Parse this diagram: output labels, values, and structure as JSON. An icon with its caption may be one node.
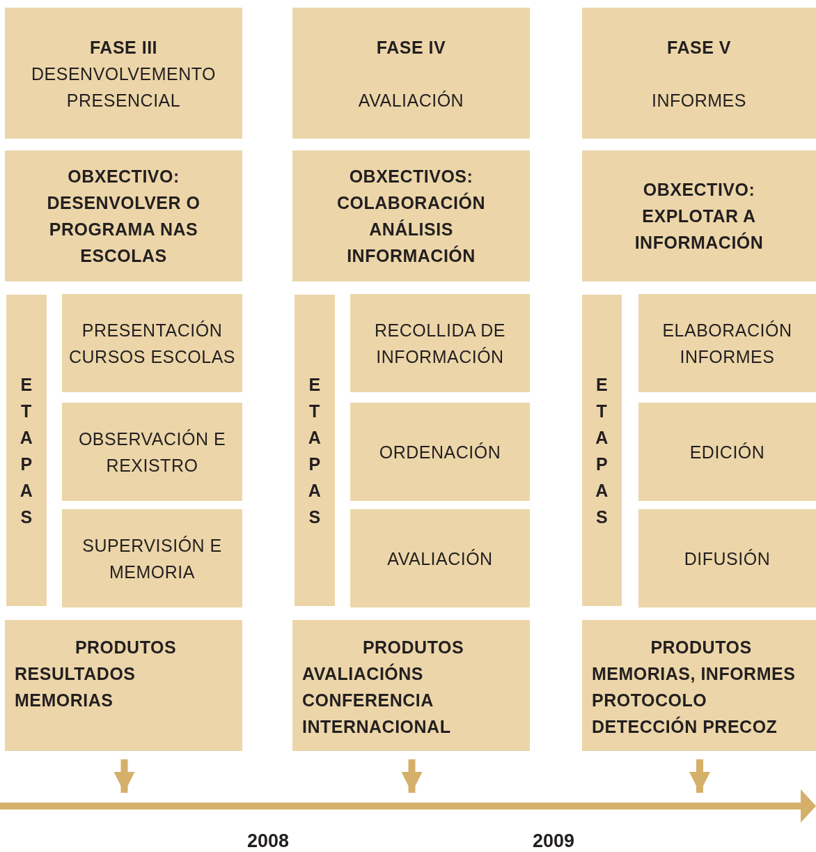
{
  "diagram": {
    "nodes": [
      {
        "text": [
          "FASE III",
          "DESENVOLVEMENTO PRESENCIAL"
        ]
      },
      {
        "text": [
          "OBXECTIVO:",
          "DESENVOLVER O PROGRAMA NAS ESCOLAS"
        ]
      },
      {
        "text": [
          "ETAPAS"
        ]
      },
      {
        "text": [
          "PRESENTACIÓN CURSOS ESCOLAS"
        ]
      },
      {
        "text": [
          "OBSERVACIÓN E REXISTRO"
        ]
      },
      {
        "text": [
          "SUPERVISIÓN E MEMORIA"
        ]
      },
      {
        "text": [
          "PRODUTOS",
          "RESULTADOS",
          "MEMORIAS"
        ]
      },
      {
        "text": [
          "FASE IV",
          "AVALIACIÓN"
        ]
      },
      {
        "text": [
          "OBXECTIVOS:",
          "COLABORACIÓN",
          "ANÁLISIS",
          "INFORMACIÓN"
        ]
      },
      {
        "text": [
          "ETAPAS"
        ]
      },
      {
        "text": [
          "RECOLLIDA DE INFORMACIÓN"
        ]
      },
      {
        "text": [
          "ORDENACIÓN"
        ]
      },
      {
        "text": [
          "AVALIACIÓN"
        ]
      },
      {
        "text": [
          "PRODUTOS",
          "AVALIACIÓNS",
          "CONFERENCIA INTERNACIONAL"
        ]
      },
      {
        "text": [
          "FASE V",
          "INFORMES"
        ]
      },
      {
        "text": [
          "OBXECTIVO:",
          "EXPLOTAR A INFORMACIÓN"
        ]
      },
      {
        "text": [
          "ETAPAS"
        ]
      },
      {
        "text": [
          "ELABORACIÓN INFORMES"
        ]
      },
      {
        "text": [
          "EDICIÓN"
        ]
      },
      {
        "text": [
          "DIFUSIÓN"
        ]
      },
      {
        "text": [
          "PRODUTOS",
          "MEMORIAS, INFORMES",
          "PROTOCOLO",
          "DETECCIÓN PRECOZ"
        ]
      }
    ],
    "edges": [
      {
        "from": 6,
        "to": null,
        "arrow": "to"
      },
      {
        "from": 13,
        "to": null,
        "arrow": "to"
      },
      {
        "from": 20,
        "to": null,
        "arrow": "to"
      }
    ],
    "labels": [
      "2008",
      "2009"
    ]
  }
}
